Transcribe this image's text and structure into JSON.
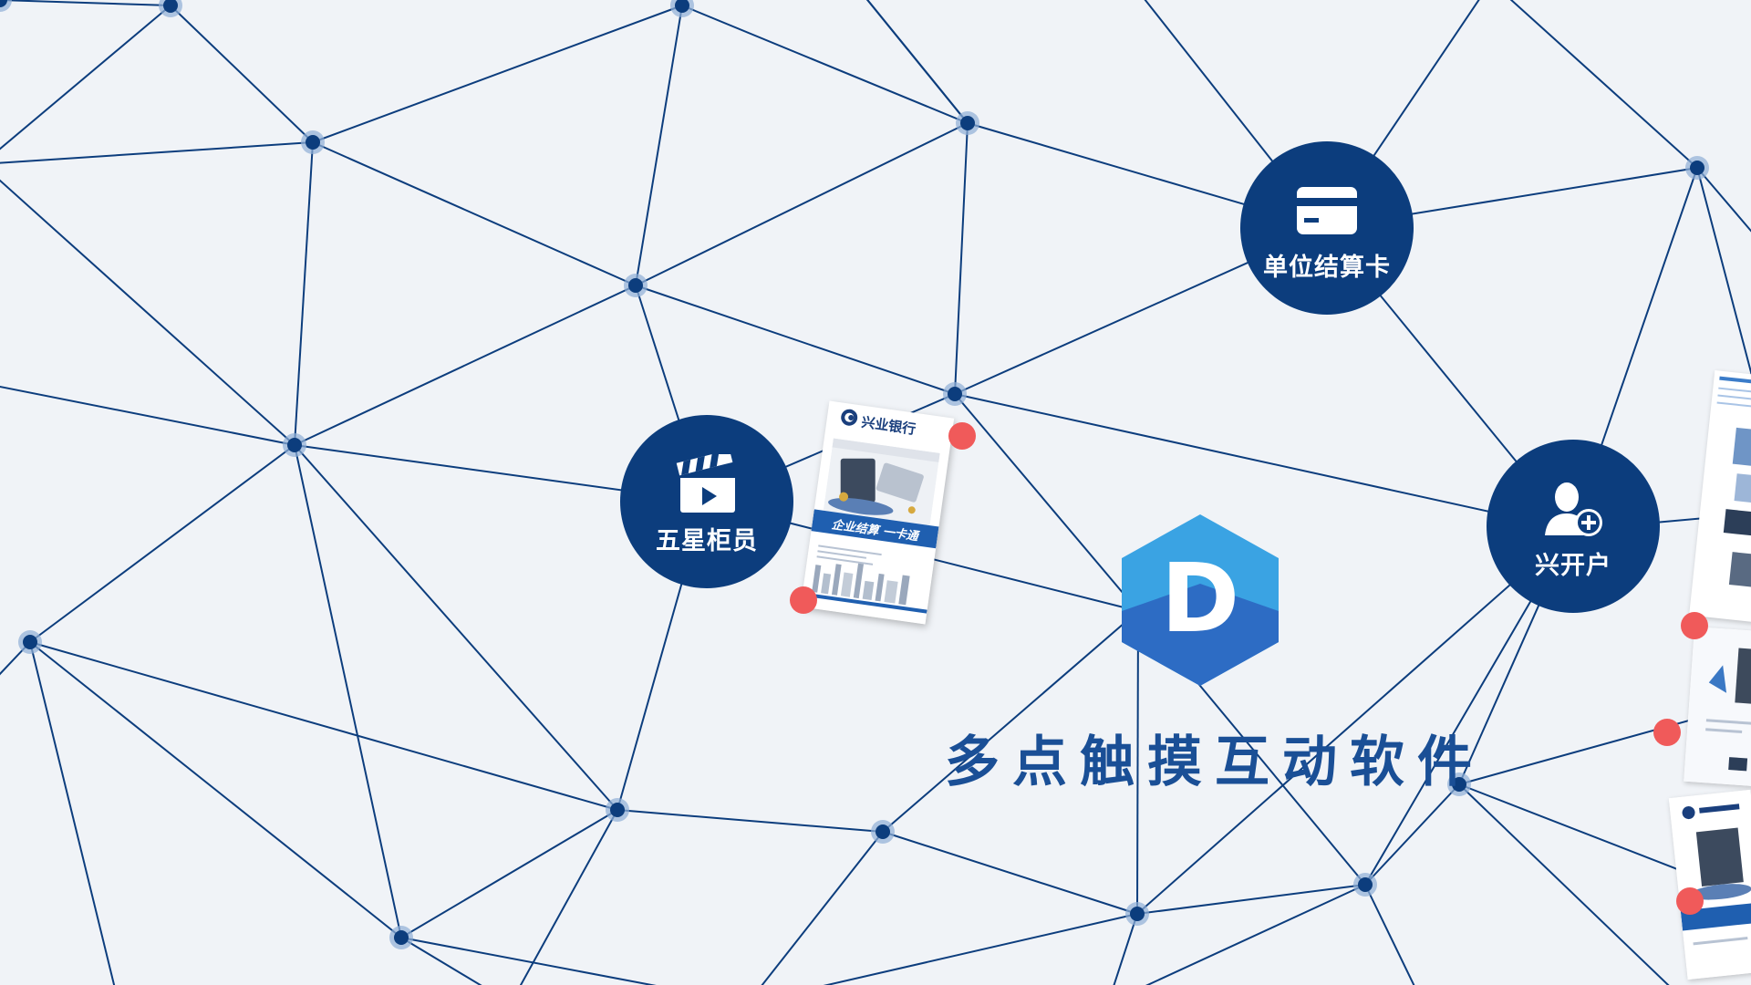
{
  "app": {
    "title": "多点触摸互动软件",
    "logo_letter": "D"
  },
  "hubs": {
    "card": {
      "label": "单位结算卡",
      "icon": "credit-card-icon"
    },
    "teller": {
      "label": "五星柜员",
      "icon": "video-clapper-icon"
    },
    "open_account": {
      "label": "兴开户",
      "icon": "add-user-icon"
    }
  },
  "brochure": {
    "brand": "兴业银行",
    "banner": "企业结算 一卡通"
  },
  "colors": {
    "background": "#f0f3f7",
    "line": "#0c3d7d",
    "hub": "#0c3d7d",
    "logo_light": "#3aa3e3",
    "logo_dark": "#2d6cc4",
    "title": "#1a4f96",
    "dot": "#f05a5a"
  }
}
